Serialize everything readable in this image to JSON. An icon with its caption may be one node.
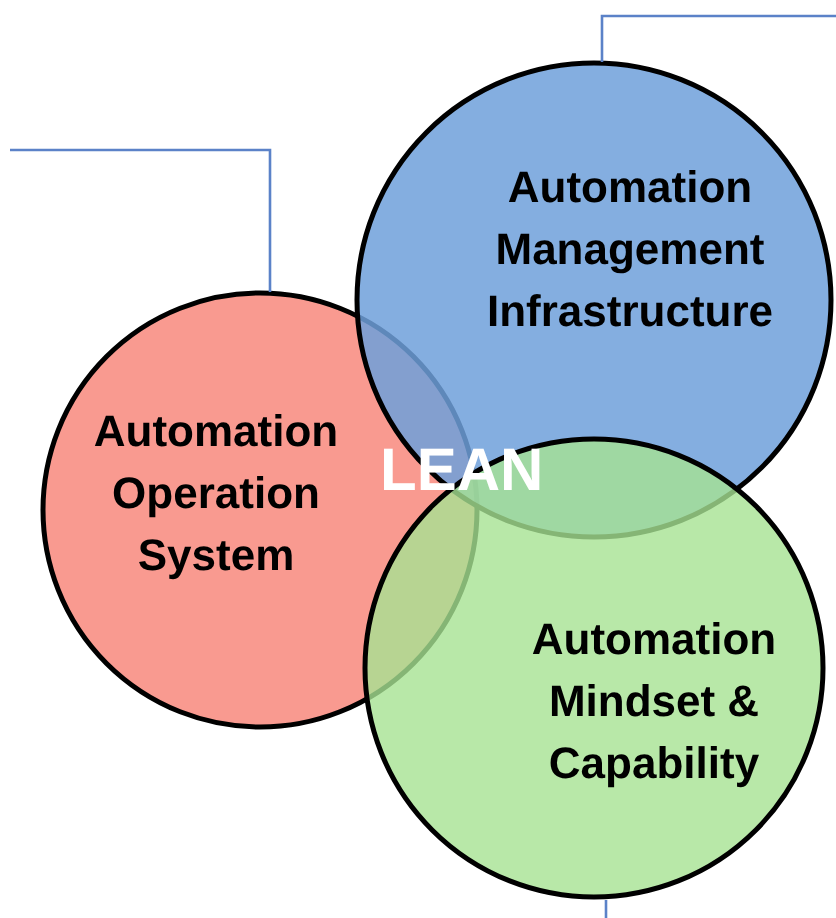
{
  "diagram": {
    "nodes": [
      {
        "text": [
          "Automation Operation System"
        ]
      },
      {
        "text": [
          "Automation Management Infrastructure"
        ]
      },
      {
        "text": [
          "Automation Mindset & Capability"
        ]
      }
    ],
    "edges": [
      {
        "from": 0,
        "to": null,
        "arrow": "none"
      },
      {
        "from": 1,
        "to": null,
        "arrow": "none"
      },
      {
        "from": 2,
        "to": null,
        "arrow": "none"
      }
    ],
    "labels": [
      "LEAN"
    ]
  }
}
